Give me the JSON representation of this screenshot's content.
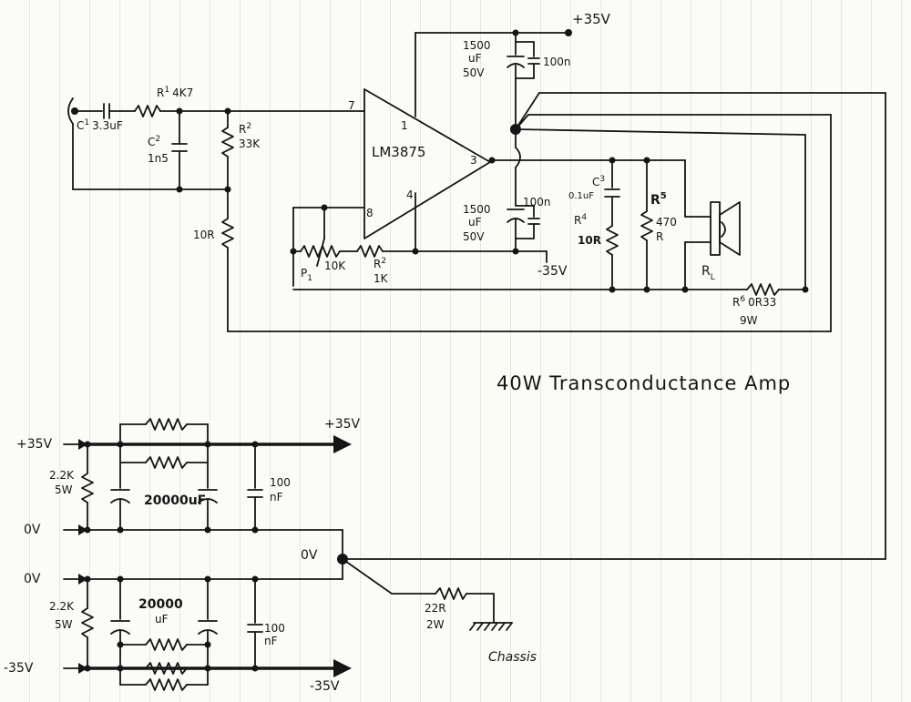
{
  "title": "40W Transconductance Amp",
  "amp": {
    "ic": "LM3875",
    "pin1": "1",
    "pin3": "3",
    "pin4": "4",
    "pin7": "7",
    "pin8": "8",
    "vpos": "+35V",
    "vneg": "-35V",
    "c1": "C",
    "c1_sup": "1",
    "c1_val": "3.3uF",
    "r1": "R",
    "r1_sup": "1",
    "r1_val": "4K7",
    "c2": "C",
    "c2_sup": "2",
    "c2_val": "1n5",
    "r2": "R",
    "r2_sup": "2",
    "r2_val": "33K",
    "r10": "10R",
    "p1": "P",
    "p1_sub": "1",
    "p1_val": "10K",
    "r2b": "R",
    "r2b_sup": "2",
    "r2b_val": "1K",
    "cap_top_val1": "1500",
    "cap_top_val2": "uF",
    "cap_top_val3": "50V",
    "cap_top_small": "100n",
    "cap_bot_val1": "1500",
    "cap_bot_val2": "uF",
    "cap_bot_val3": "50V",
    "cap_bot_small": "100n",
    "c3": "C",
    "c3_sup": "3",
    "c3_val": "0.1uF",
    "r4": "R",
    "r4_sup": "4",
    "r4_val": "10R",
    "r5": "R",
    "r5_sup": "5",
    "r5_val1": "470",
    "r5_val2": "R",
    "rl": "R",
    "rl_sub": "L",
    "r6": "R",
    "r6_sup": "6",
    "r6_val": "0R33",
    "r6_w": "9W"
  },
  "psu": {
    "pos_in": "+35V",
    "pos_out": "+35V",
    "zero_in_top": "0V",
    "zero_in_bot": "0V",
    "zero_center": "0V",
    "neg_in": "-35V",
    "neg_out": "-35V",
    "r_top_val": "2.2K",
    "r_top_w": "5W",
    "r_bot_val": "2.2K",
    "r_bot_w": "5W",
    "big_cap_top": "20000uF",
    "big_cap_bot1": "20000",
    "big_cap_bot2": "uF",
    "small_cap_top1": "100",
    "small_cap_top2": "nF",
    "small_cap_bot1": "100",
    "small_cap_bot2": "nF",
    "r_chassis_val": "22R",
    "r_chassis_w": "2W",
    "chassis": "Chassis"
  }
}
